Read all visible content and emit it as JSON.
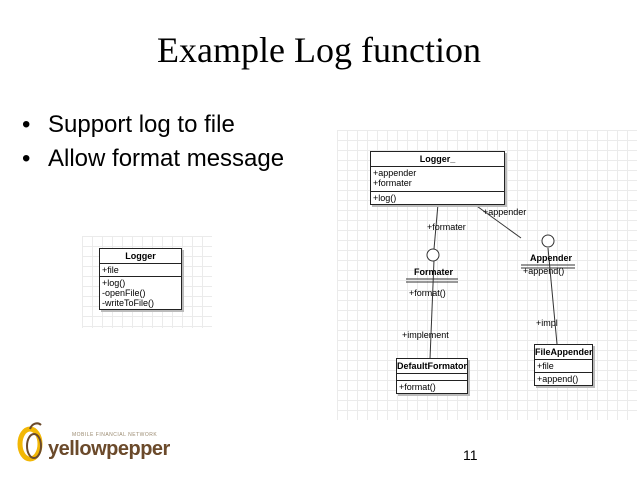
{
  "slide": {
    "title": "Example Log function",
    "bullets": [
      "Support log to file",
      "Allow format message"
    ],
    "page_number": "11"
  },
  "left_diagram": {
    "logger": {
      "name": "Logger",
      "attributes": [
        "+file"
      ],
      "methods": [
        "+log()",
        "-openFile()",
        "-writeToFile()"
      ]
    }
  },
  "right_diagram": {
    "logger": {
      "name": "Logger_",
      "attributes": [
        "+appender",
        "+formater"
      ],
      "methods": [
        "+log()"
      ]
    },
    "formater": {
      "name": "Formater",
      "methods": [
        "+format()"
      ]
    },
    "appender": {
      "name": "Appender",
      "methods": [
        "+append()"
      ]
    },
    "default_formator": {
      "name": "DefaultFormator",
      "methods": [
        "+format()"
      ]
    },
    "file_appender": {
      "name": "FileAppender",
      "attributes": [
        "+file"
      ],
      "methods": [
        "+append()"
      ]
    },
    "labels": {
      "formater": "+formater",
      "appender": "+appender",
      "implement": "+implement",
      "impl": "+impl"
    }
  },
  "logo": {
    "brand": "yellowpepper",
    "tagline": "MOBILE FINANCIAL NETWORK"
  },
  "colors": {
    "logo_yellow": "#f2b705",
    "logo_dark": "#6b4a2b"
  }
}
